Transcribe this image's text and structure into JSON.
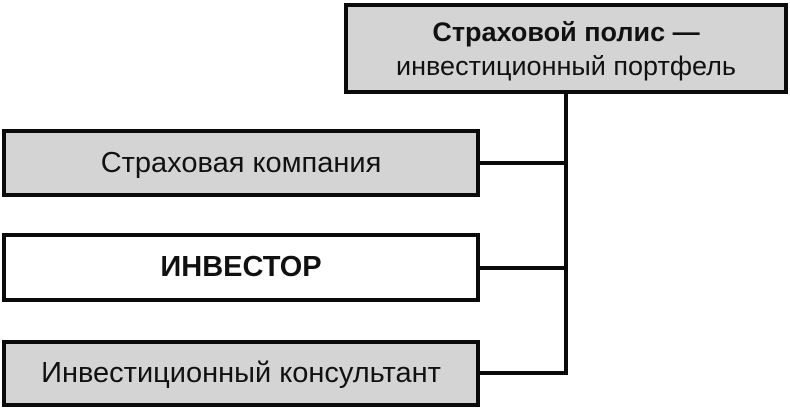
{
  "diagram": {
    "root": {
      "line1": "Страховой полис —",
      "line2": "инвестиционный портфель"
    },
    "nodes": [
      {
        "label": "Страховая компания"
      },
      {
        "label": "ИНВЕСТОР"
      },
      {
        "label": "Инвестиционный консультант"
      }
    ],
    "colors": {
      "node_fill": "#d4d4d4",
      "investor_fill": "#ffffff",
      "border": "#0a0a0a",
      "background": "#ffffff",
      "text": "#111111"
    }
  }
}
